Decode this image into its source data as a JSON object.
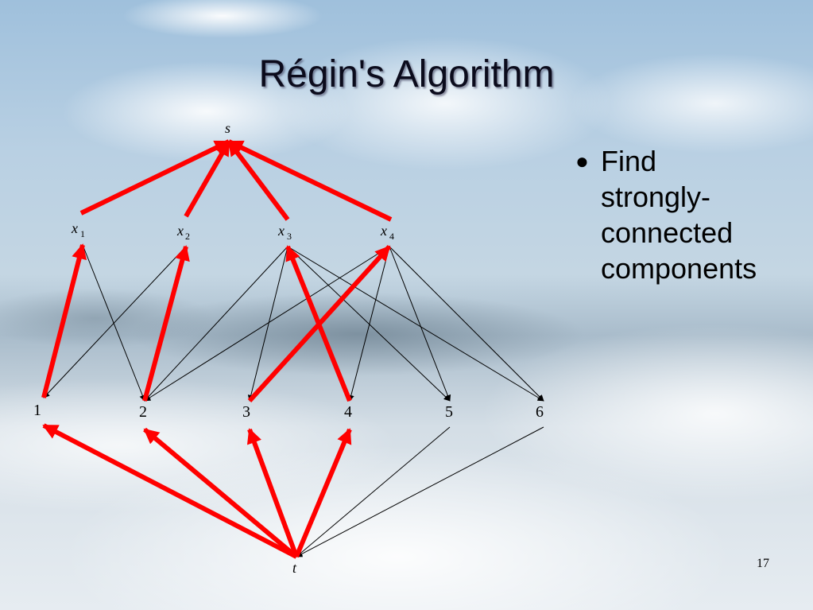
{
  "slide": {
    "title": "Régin's Algorithm",
    "page_number": "17",
    "bullets": [
      {
        "line1": "Find",
        "line2": "strongly-",
        "line3": "connected",
        "line4": "components"
      }
    ]
  },
  "graph": {
    "source_label": "s",
    "sink_label": "t",
    "variable_nodes": [
      {
        "id": "x1",
        "base": "x",
        "sub": "1"
      },
      {
        "id": "x2",
        "base": "x",
        "sub": "2"
      },
      {
        "id": "x3",
        "base": "x",
        "sub": "3"
      },
      {
        "id": "x4",
        "base": "x",
        "sub": "4"
      }
    ],
    "value_nodes": [
      {
        "id": "v1",
        "label": "1"
      },
      {
        "id": "v2",
        "label": "2"
      },
      {
        "id": "v3",
        "label": "3"
      },
      {
        "id": "v4",
        "label": "4"
      },
      {
        "id": "v5",
        "label": "5"
      },
      {
        "id": "v6",
        "label": "6"
      }
    ],
    "edges": [
      {
        "from": "x1",
        "to": "s",
        "matched": true
      },
      {
        "from": "x2",
        "to": "s",
        "matched": true
      },
      {
        "from": "x3",
        "to": "s",
        "matched": true
      },
      {
        "from": "x4",
        "to": "s",
        "matched": true
      },
      {
        "from": "x1",
        "to": "v2",
        "matched": false
      },
      {
        "from": "x2",
        "to": "v1",
        "matched": false
      },
      {
        "from": "x3",
        "to": "v2",
        "matched": false
      },
      {
        "from": "x3",
        "to": "v3",
        "matched": false
      },
      {
        "from": "x3",
        "to": "v5",
        "matched": false
      },
      {
        "from": "x3",
        "to": "v6",
        "matched": false
      },
      {
        "from": "x4",
        "to": "v2",
        "matched": false
      },
      {
        "from": "x4",
        "to": "v4",
        "matched": false
      },
      {
        "from": "x4",
        "to": "v5",
        "matched": false
      },
      {
        "from": "x4",
        "to": "v6",
        "matched": false
      },
      {
        "from": "v1",
        "to": "x1",
        "matched": true
      },
      {
        "from": "v2",
        "to": "x2",
        "matched": true
      },
      {
        "from": "v3",
        "to": "x4",
        "matched": true
      },
      {
        "from": "v4",
        "to": "x3",
        "matched": true
      },
      {
        "from": "t",
        "to": "v1",
        "matched": true
      },
      {
        "from": "t",
        "to": "v2",
        "matched": true
      },
      {
        "from": "t",
        "to": "v3",
        "matched": true
      },
      {
        "from": "t",
        "to": "v4",
        "matched": true
      },
      {
        "from": "v5",
        "to": "t",
        "matched": false
      },
      {
        "from": "v6",
        "to": "t",
        "matched": false
      }
    ],
    "colors": {
      "matched_edge": "#ff0000",
      "plain_edge": "#000000"
    }
  }
}
